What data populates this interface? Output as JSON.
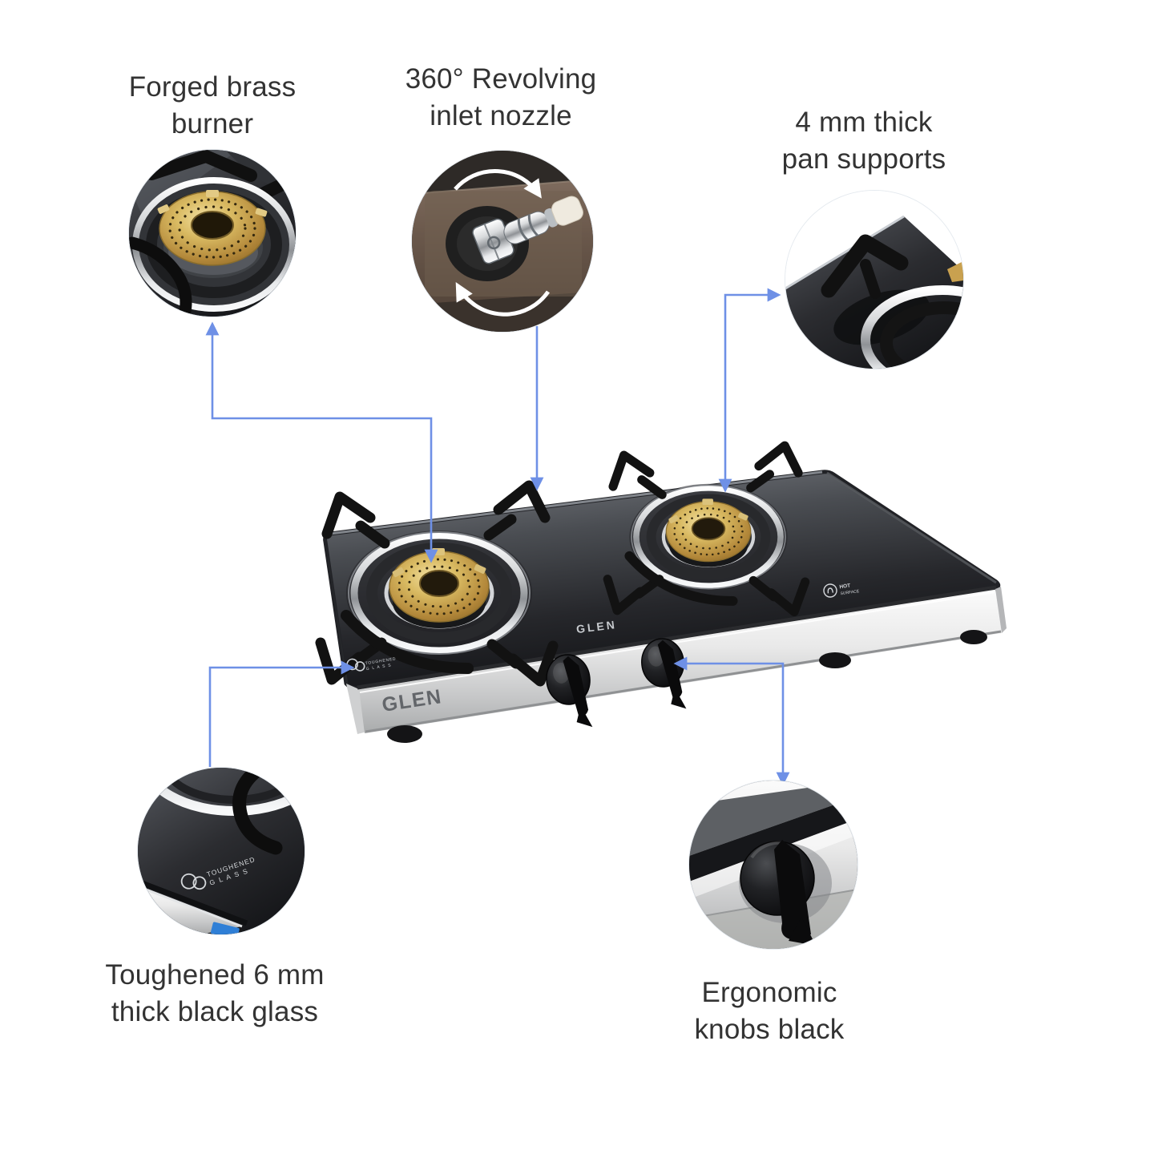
{
  "page": {
    "background": "#ffffff",
    "accent": "#6e90e6",
    "text_color": "#333333"
  },
  "features": [
    {
      "id": "forged-brass-burner",
      "label": "Forged brass\nburner"
    },
    {
      "id": "revolving-inlet-nozzle",
      "label": "360° Revolving\ninlet nozzle"
    },
    {
      "id": "pan-supports",
      "label": "4 mm thick\npan supports"
    },
    {
      "id": "toughened-glass",
      "label": "Toughened 6 mm\nthick black glass"
    },
    {
      "id": "ergonomic-knobs",
      "label": "Ergonomic\nknobs black"
    }
  ],
  "stove": {
    "brand_front": "GLEN",
    "brand_glass": "GLEN",
    "glass_mark_line1": "TOUGHENED",
    "glass_mark_line2": "G L A S S",
    "hot_mark_line1": "HOT",
    "hot_mark_line2": "SURFACE"
  },
  "insets": {
    "bottom_left_mark_line1": "TOUGHENED",
    "bottom_left_mark_line2": "G L A S S"
  }
}
